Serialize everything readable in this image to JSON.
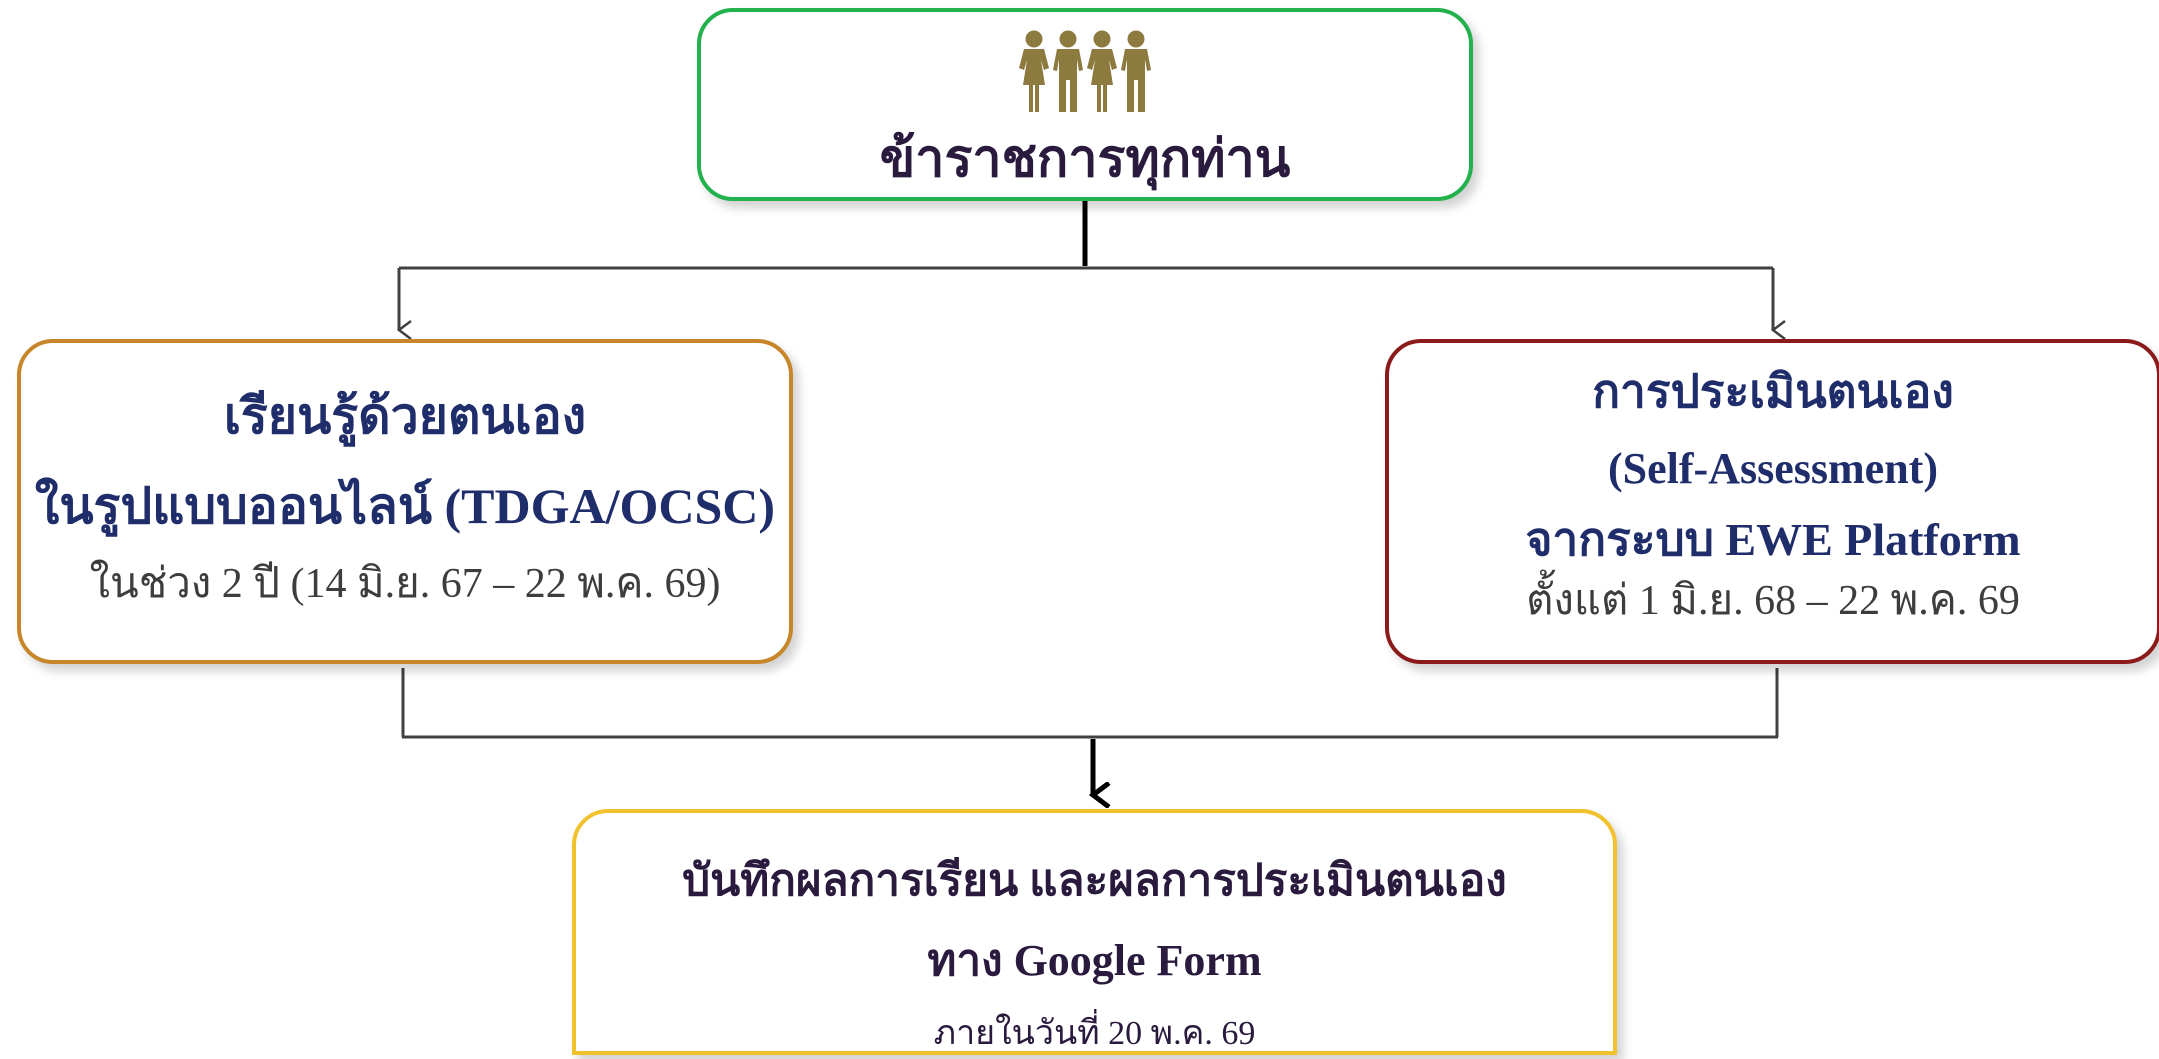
{
  "top": {
    "icon": "people-group-icon",
    "icon_color": "#8c7a3f",
    "title": "ข้าราชการทุกท่าน"
  },
  "left": {
    "line1": "เรียนรู้ด้วยตนเอง",
    "line2": "ในรูปแบบออนไลน์ (TDGA/OCSC)",
    "line3": "ในช่วง 2 ปี (14 มิ.ย. 67 – 22 พ.ค. 69)"
  },
  "right": {
    "line1": "การประเมินตนเอง",
    "line2": "(Self-Assessment)",
    "line3": "จากระบบ EWE Platform",
    "line4": "ตั้งแต่ 1 มิ.ย. 68 – 22 พ.ค. 69"
  },
  "bottom": {
    "line1": "บันทึกผลการเรียน และผลการประเมินตนเอง",
    "line2": "ทาง Google Form",
    "line3": "ภายในวันที่ 20 พ.ค. 69"
  },
  "colors": {
    "top_border": "#22b14c",
    "left_border": "#c8862a",
    "right_border": "#8b1a1a",
    "bottom_border": "#f2c12e",
    "connector": "#404040"
  }
}
